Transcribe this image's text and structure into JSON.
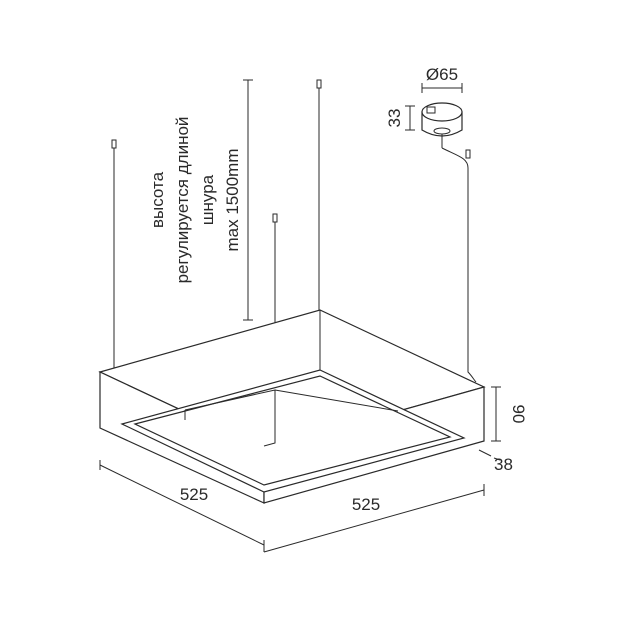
{
  "dimensions": {
    "diameter": "Ø65",
    "canopy_height": "33",
    "body_height": "90",
    "profile_width": "38",
    "length_left": "525",
    "length_right": "525"
  },
  "note": {
    "line1": "высота",
    "line2": "регулируется длиной",
    "line3": "шнура",
    "line4": "max 1500mm"
  },
  "colors": {
    "line": "#2a2a2a",
    "background": "#ffffff"
  }
}
